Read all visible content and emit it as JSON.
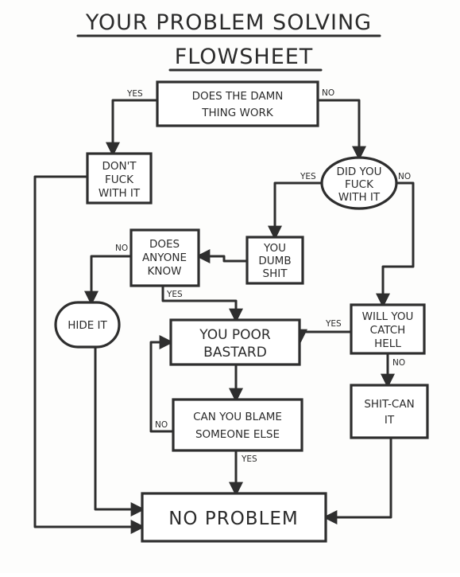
{
  "title": {
    "line1": "YOUR PROBLEM SOLVING",
    "line2": "FLOWSHEET"
  },
  "nodes": {
    "does_it_work": [
      "DOES THE DAMN",
      "THING WORK"
    ],
    "dont_fuck": [
      "DON'T",
      "FUCK",
      "WITH IT"
    ],
    "did_you_fuck": [
      "DID YOU",
      "FUCK",
      "WITH IT"
    ],
    "you_dumb_shit": [
      "YOU",
      "DUMB",
      "SHIT"
    ],
    "does_anyone_know": [
      "DOES",
      "ANYONE",
      "KNOW"
    ],
    "hide_it": [
      "HIDE IT"
    ],
    "you_poor_bastard": [
      "YOU POOR",
      "BASTARD"
    ],
    "will_you_catch_hell": [
      "WILL YOU",
      "CATCH",
      "HELL"
    ],
    "can_you_blame": [
      "CAN YOU BLAME",
      "SOMEONE ELSE"
    ],
    "shit_can_it": [
      "SHIT-CAN",
      "IT"
    ],
    "no_problem": [
      "NO PROBLEM"
    ]
  },
  "edge_labels": {
    "work_yes": "YES",
    "work_no": "NO",
    "fuck_yes": "YES",
    "fuck_no": "NO",
    "know_no": "NO",
    "know_yes": "YES",
    "hell_yes": "YES",
    "hell_no": "NO",
    "blame_no": "NO",
    "blame_yes": "YES"
  }
}
